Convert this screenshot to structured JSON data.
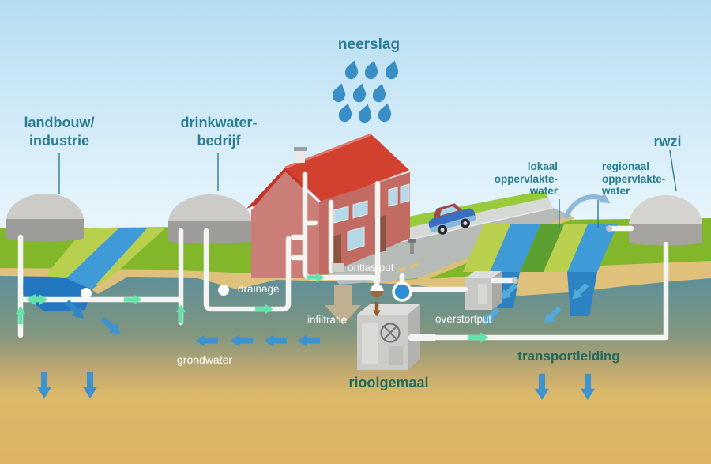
{
  "labels": {
    "neerslag": "neerslag",
    "landbouw_industrie": [
      "landbouw/",
      "industrie"
    ],
    "drinkwaterbedrijf": [
      "drinkwater-",
      "bedrijf"
    ],
    "rwzi": "rwzi",
    "lokaal_oppervlaktewater": [
      "lokaal",
      "oppervlakte-",
      "water"
    ],
    "regionaal_oppervlaktewater": [
      "regionaal",
      "oppervlakte-",
      "water"
    ],
    "ontlastput": "ontlastput",
    "drainage": "drainage",
    "infiltratie": "infiltratie",
    "overstortput": "overstortput",
    "grondwater": "grondwater",
    "rioolgemaal": "rioolgemaal",
    "transportleiding": "transportleiding"
  },
  "colors": {
    "sky_top": "#b5ddf1",
    "sky_bottom": "#f2fafd",
    "label_teal": "#2a7d91",
    "label_dark_teal": "#216a5d",
    "label_white": "#ffffff",
    "water_blue": "#3f9ad8",
    "deep_water_blue": "#2377c0",
    "grass_green": "#82b72b",
    "slope_green": "#b9d04f",
    "sand": "#dfc17c",
    "groundwater_teal": "#5d8f99",
    "ground_sand": "#dcb464",
    "pipe_white": "#f4f4f2",
    "arrow_mint": "#63e3aa",
    "arrow_blue": "#3e93cf",
    "rain_blue": "#3a8ec6",
    "roof_red": "#d2402f",
    "wall_red": "#c87a73",
    "tank_gray": "#9e9c99"
  }
}
